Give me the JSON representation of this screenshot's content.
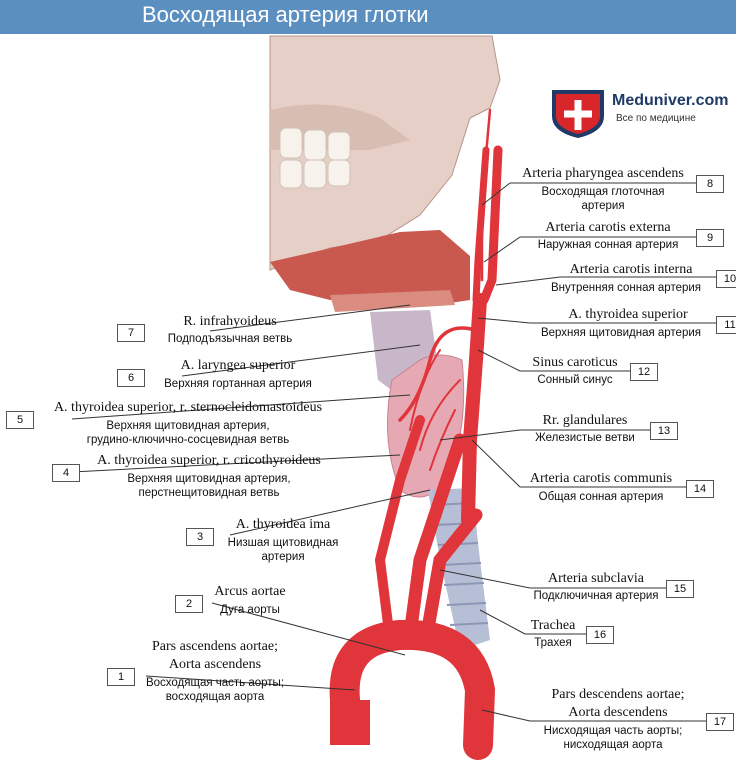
{
  "title": "Восходящая артерия глотки",
  "logo": {
    "name": "Meduniver.com",
    "tagline": "Все по медицине"
  },
  "labels": [
    {
      "num": "1",
      "latin": "Pars ascendens aortae;",
      "latin2": "Aorta ascendens",
      "ru": "Восходящая часть аорты;",
      "ru2": "восходящая аорта"
    },
    {
      "num": "2",
      "latin": "Arcus aortae",
      "ru": "Дуга аорты"
    },
    {
      "num": "3",
      "latin": "A. thyroidea ima",
      "ru": "Низшая щитовидная",
      "ru2": "артерия"
    },
    {
      "num": "4",
      "latin": "A. thyroidea superior, r. cricothyroideus",
      "ru": "Верхняя щитовидная артерия,",
      "ru2": "перстнещитовидная ветвь"
    },
    {
      "num": "5",
      "latin": "A. thyroidea superior, r. sternocleidomastoideus",
      "ru": "Верхняя щитовидная артерия,",
      "ru2": "грудино-ключично-сосцевидная ветвь"
    },
    {
      "num": "6",
      "latin": "A. laryngea superior",
      "ru": "Верхняя гортанная артерия"
    },
    {
      "num": "7",
      "latin": "R. infrahyoideus",
      "ru": "Подподъязычная ветвь"
    },
    {
      "num": "8",
      "latin": "Arteria pharyngea ascendens",
      "ru": "Восходящая глоточная",
      "ru2": "артерия"
    },
    {
      "num": "9",
      "latin": "Arteria carotis externa",
      "ru": "Наружная сонная артерия"
    },
    {
      "num": "10",
      "latin": "Arteria carotis interna",
      "ru": "Внутренняя сонная артерия"
    },
    {
      "num": "11",
      "latin": "A. thyroidea superior",
      "ru": "Верхняя щитовидная артерия"
    },
    {
      "num": "12",
      "latin": "Sinus caroticus",
      "ru": "Сонный синус"
    },
    {
      "num": "13",
      "latin": "Rr. glandulares",
      "ru": "Железистые ветви"
    },
    {
      "num": "14",
      "latin": "Arteria carotis communis",
      "ru": "Общая сонная артерия"
    },
    {
      "num": "15",
      "latin": "Arteria subclavia",
      "ru": "Подключичная артерия"
    },
    {
      "num": "16",
      "latin": "Trachea",
      "ru": "Трахея"
    },
    {
      "num": "17",
      "latin": "Pars descendens aortae;",
      "latin2": "Aorta descendens",
      "ru": "Нисходящая часть аорты;",
      "ru2": "нисходящая аорта"
    }
  ],
  "colors": {
    "title_bar": "#5b8fc0",
    "artery": "#e0353a",
    "bone": "#e6cfc6",
    "muscle": "#c9584f",
    "thyroid": "#e6a9b4",
    "trachea": "#b7bfd6"
  }
}
